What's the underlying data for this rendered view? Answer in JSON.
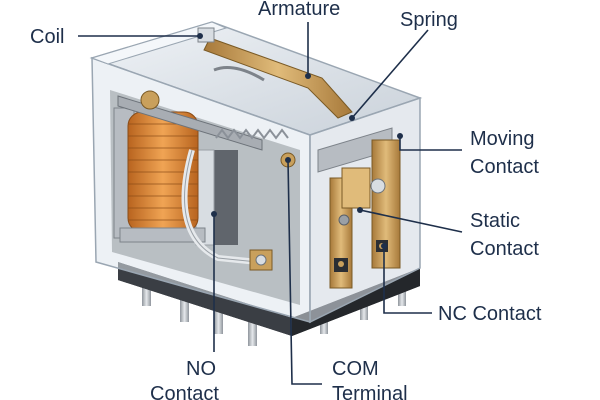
{
  "diagram": {
    "labels": {
      "coil": "Coil",
      "armature": "Armature",
      "spring": "Spring",
      "moving_contact_line1": "Moving",
      "moving_contact_line2": "Contact",
      "static_contact_line1": "Static",
      "static_contact_line2": "Contact",
      "nc_contact": "NC Contact",
      "no_contact_line1": "NO",
      "no_contact_line2": "Contact",
      "com_terminal_line1": "COM",
      "com_terminal_line2": "Terminal"
    },
    "colors": {
      "text": "#1e2f4a",
      "copper": "#d9883a",
      "brass": "#c9a05c",
      "housing": "#cdd5de",
      "base": "#2b2e33",
      "steel": "#a8adb3"
    }
  }
}
